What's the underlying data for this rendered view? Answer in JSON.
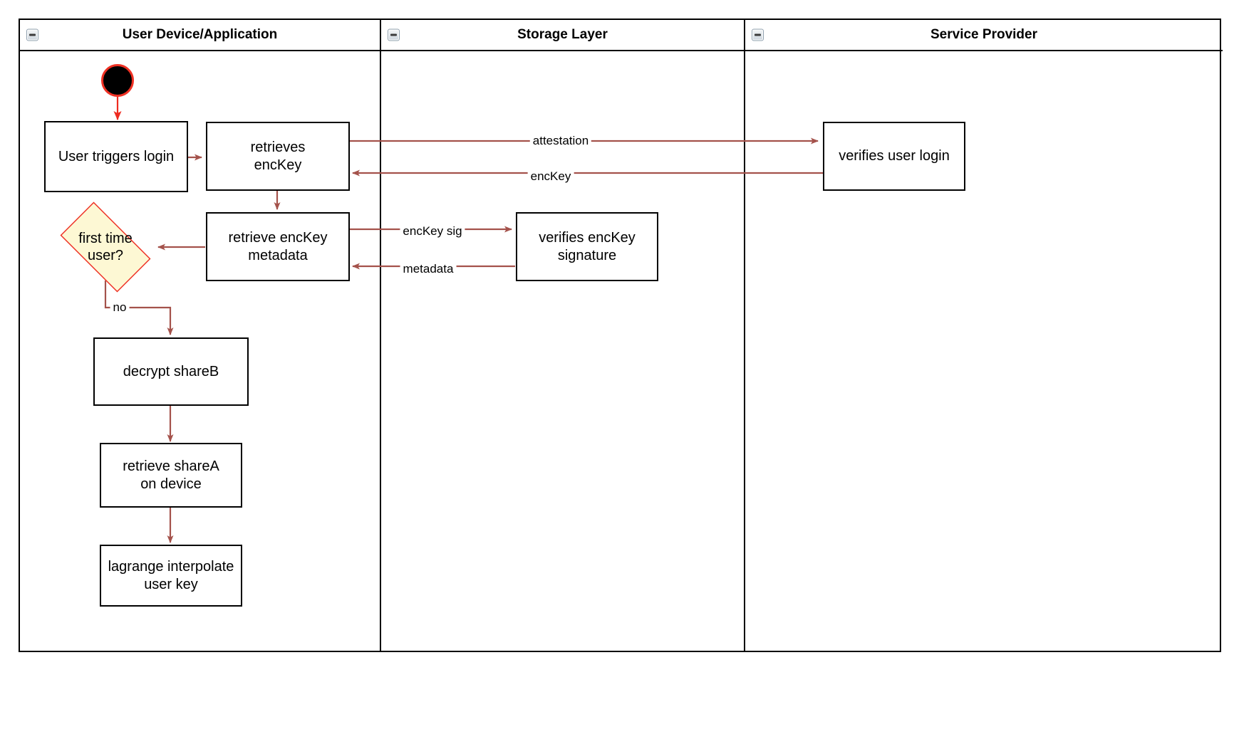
{
  "diagram": {
    "type": "swimlane-activity-diagram",
    "lanes": [
      {
        "id": "user-device",
        "title": "User Device/Application",
        "icon": "collapse-minus-icon"
      },
      {
        "id": "storage-layer",
        "title": "Storage Layer",
        "icon": "collapse-minus-icon"
      },
      {
        "id": "service-provider",
        "title": "Service Provider",
        "icon": "collapse-minus-icon"
      }
    ],
    "nodes": [
      {
        "id": "start",
        "lane": "user-device",
        "shape": "initial-node",
        "label": ""
      },
      {
        "id": "user-triggers-login",
        "lane": "user-device",
        "shape": "activity",
        "label": "User triggers login"
      },
      {
        "id": "retrieves-enckey",
        "lane": "user-device",
        "shape": "activity",
        "label": "retrieves\nencKey"
      },
      {
        "id": "retrieve-enckey-metadata",
        "lane": "user-device",
        "shape": "activity",
        "label": "retrieve encKey\nmetadata"
      },
      {
        "id": "first-time-user",
        "lane": "user-device",
        "shape": "decision",
        "label": "first time\nuser?"
      },
      {
        "id": "decrypt-shareb",
        "lane": "user-device",
        "shape": "activity",
        "label": "decrypt shareB"
      },
      {
        "id": "retrieve-sharea-on-device",
        "lane": "user-device",
        "shape": "activity",
        "label": "retrieve shareA\non device"
      },
      {
        "id": "lagrange-interpolate-user-key",
        "lane": "user-device",
        "shape": "activity",
        "label": "lagrange interpolate\nuser key"
      },
      {
        "id": "verifies-enckey-signature",
        "lane": "storage-layer",
        "shape": "activity",
        "label": "verifies encKey\nsignature"
      },
      {
        "id": "verifies-user-login",
        "lane": "service-provider",
        "shape": "activity",
        "label": "verifies user login"
      }
    ],
    "edges": [
      {
        "id": "e-start",
        "from": "start",
        "to": "user-triggers-login",
        "label": ""
      },
      {
        "id": "e-login-retrieves",
        "from": "user-triggers-login",
        "to": "retrieves-enckey",
        "label": ""
      },
      {
        "id": "e-attestation",
        "from": "retrieves-enckey",
        "to": "verifies-user-login",
        "label": "attestation"
      },
      {
        "id": "e-enckey",
        "from": "verifies-user-login",
        "to": "retrieves-enckey",
        "label": "encKey"
      },
      {
        "id": "e-retrieves-metadata",
        "from": "retrieves-enckey",
        "to": "retrieve-enckey-metadata",
        "label": ""
      },
      {
        "id": "e-enckey-sig",
        "from": "retrieve-enckey-metadata",
        "to": "verifies-enckey-signature",
        "label": "encKey sig"
      },
      {
        "id": "e-metadata",
        "from": "verifies-enckey-signature",
        "to": "retrieve-enckey-metadata",
        "label": "metadata"
      },
      {
        "id": "e-metadata-decision",
        "from": "retrieve-enckey-metadata",
        "to": "first-time-user",
        "label": ""
      },
      {
        "id": "e-no",
        "from": "first-time-user",
        "to": "decrypt-shareb",
        "label": "no"
      },
      {
        "id": "e-shareb-sharea",
        "from": "decrypt-shareb",
        "to": "retrieve-sharea-on-device",
        "label": ""
      },
      {
        "id": "e-sharea-lagrange",
        "from": "retrieve-sharea-on-device",
        "to": "lagrange-interpolate-user-key",
        "label": ""
      }
    ],
    "colors": {
      "edge": "#A4524B",
      "start_ring": "#EF3124",
      "start_fill": "#000000",
      "decision_fill": "#FDF8D4",
      "decision_stroke": "#EE2B20",
      "node_stroke": "#000000",
      "background": "#FFFFFF"
    }
  }
}
